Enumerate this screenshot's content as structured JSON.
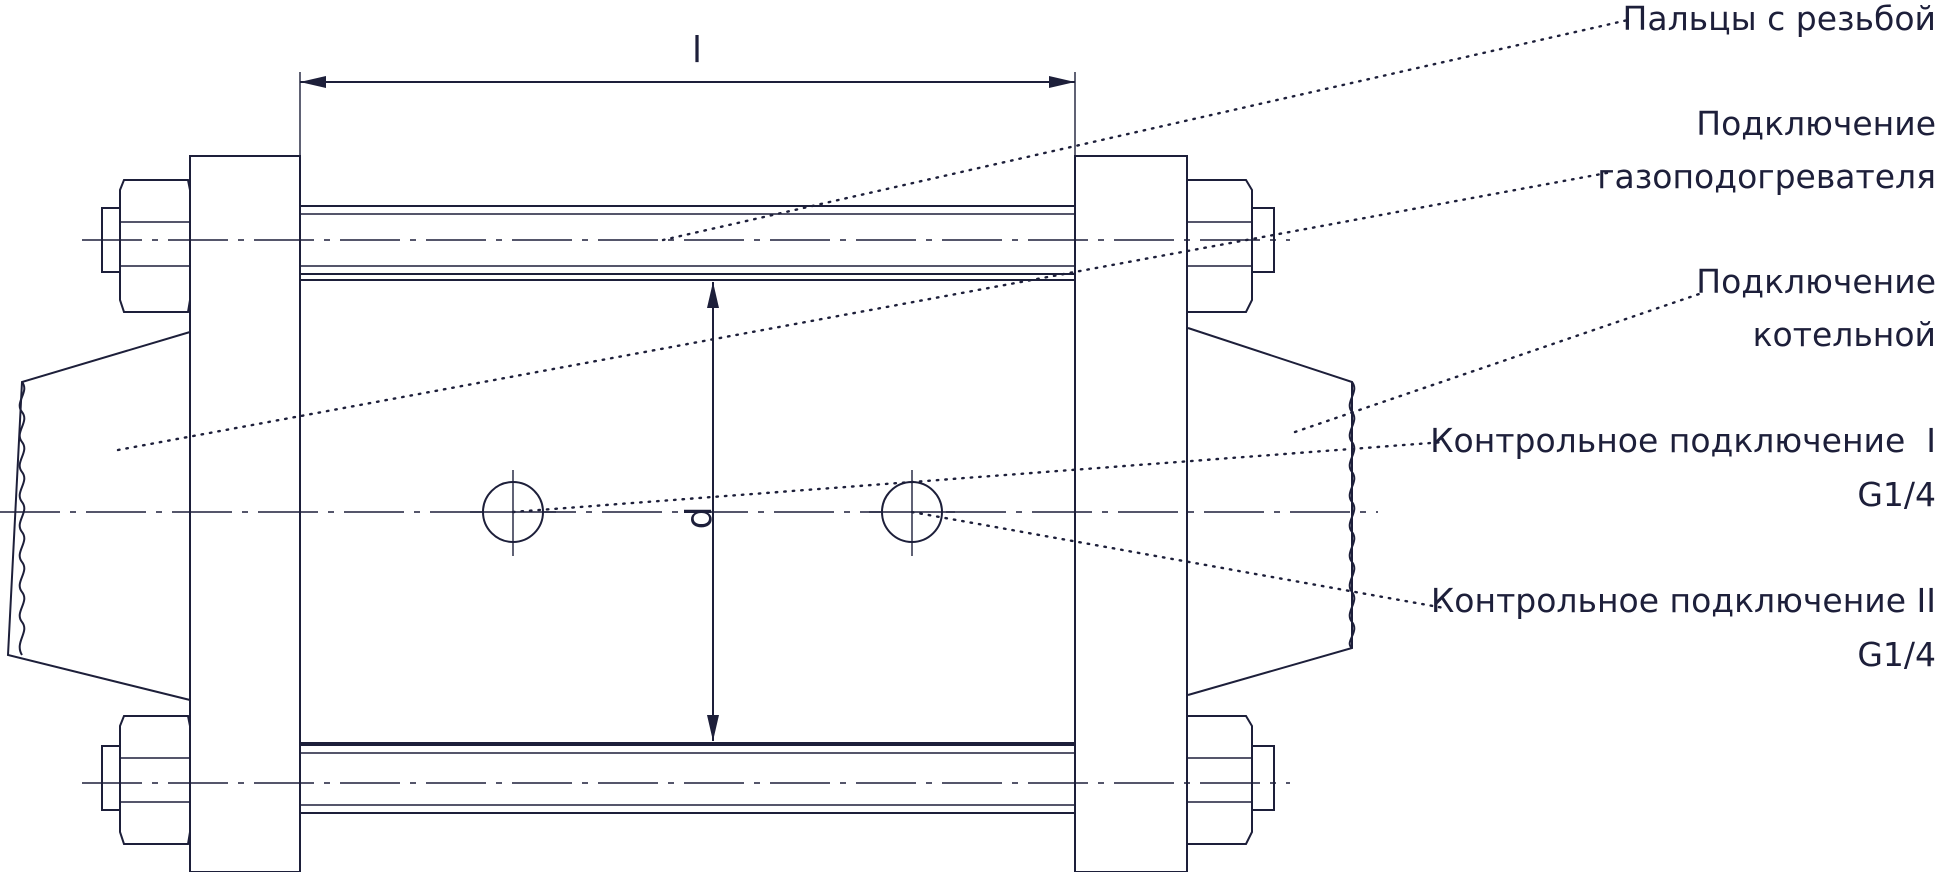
{
  "drawing": {
    "dimension_length": "l",
    "dimension_diameter": "d",
    "labels": {
      "threaded_studs": "Пальцы с резьбой",
      "heater_connection_line1": "Подключение",
      "heater_connection_line2": "газоподогревателя",
      "boiler_connection_line1": "Подключение",
      "boiler_connection_line2": "котельной",
      "control_connection_1_line1": "Контрольное подключение  I",
      "control_connection_1_line2": "G1/4",
      "control_connection_2_line1": "Контрольное подключение II",
      "control_connection_2_line2": "G1/4"
    },
    "colors": {
      "line": "#1d1f3a",
      "background": "#ffffff"
    }
  }
}
